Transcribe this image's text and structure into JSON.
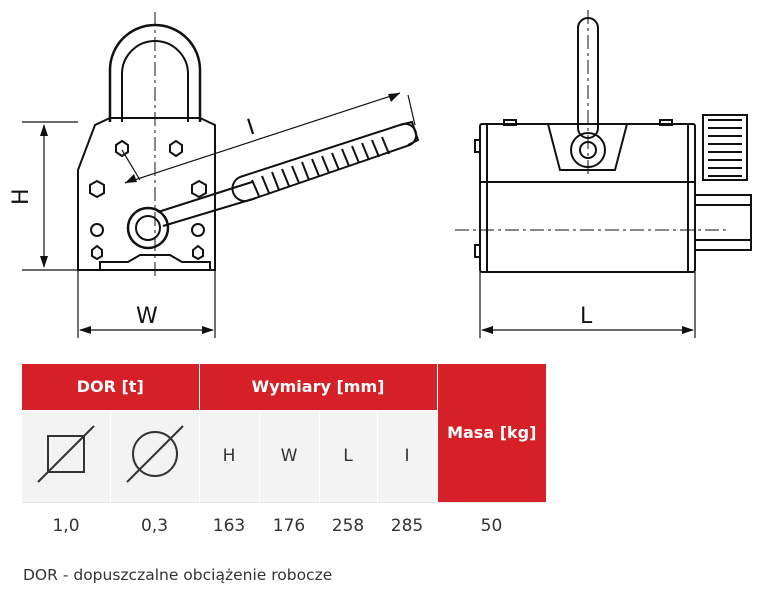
{
  "dimension_labels": {
    "h": "H",
    "w": "W",
    "i": "I",
    "l": "L"
  },
  "table": {
    "group_dor": "DOR [t]",
    "group_dims": "Wymiary [mm]",
    "mass_header": "Masa [kg]",
    "sub_h": "H",
    "sub_w": "W",
    "sub_l": "L",
    "sub_i": "I",
    "values": {
      "dor_flat": "1,0",
      "dor_round": "0,3",
      "h": "163",
      "w": "176",
      "l": "258",
      "i": "285",
      "mass": "50"
    },
    "icons": {
      "flat": "square-section-icon",
      "round": "round-section-icon"
    }
  },
  "footnote": "DOR - dopuszczalne obciążenie robocze",
  "colors": {
    "header_red": "#d42026",
    "subheader_gray": "#f3f3f3",
    "line": "#111111"
  }
}
